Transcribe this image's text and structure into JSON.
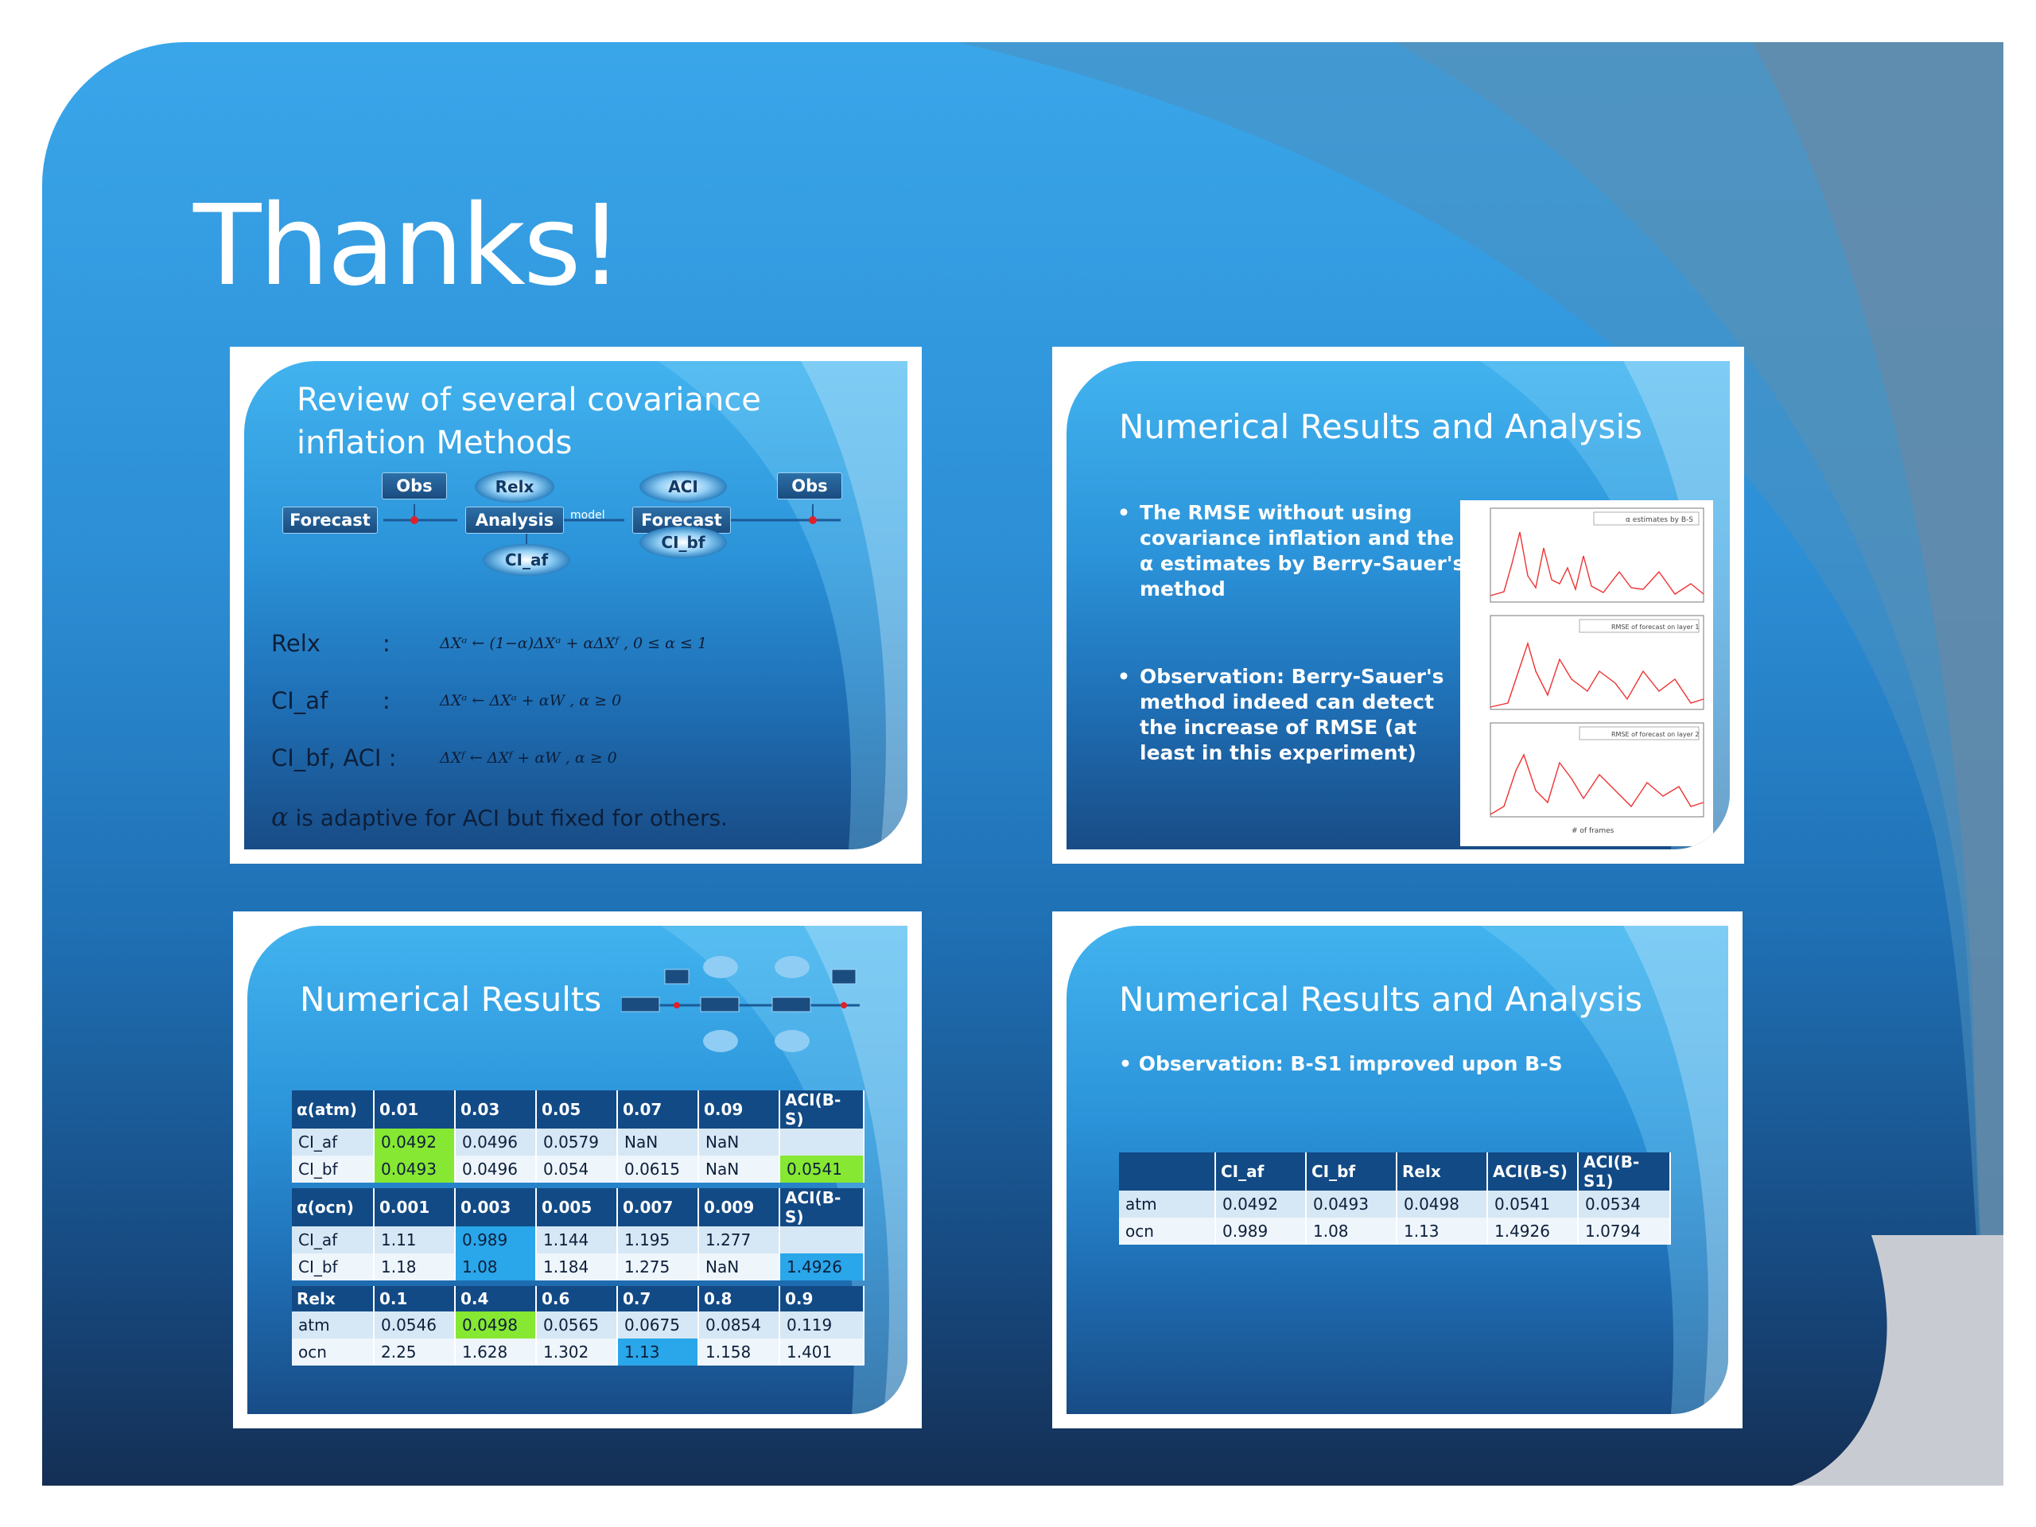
{
  "slide_title": "Thanks!",
  "slide1": {
    "title_line1": "Review of several covariance",
    "title_line2": "inflation Methods",
    "diagram": {
      "forecast1": "Forecast",
      "obs1": "Obs",
      "relx": "Relx",
      "analysis": "Analysis",
      "model": "model",
      "aci": "ACI",
      "forecast2": "Forecast",
      "obs2": "Obs",
      "ci_af": "CI_af",
      "ci_bf": "CI_bf"
    },
    "eq_labels": [
      "Relx",
      "CI_af",
      "CI_bf, ACI :"
    ],
    "colon": ":",
    "equations": [
      "ΔXᵃ ← (1−α)ΔXᵃ + αΔXᶠ , 0 ≤ α ≤ 1",
      "ΔXᵃ ← ΔXᵃ + αW , α ≥ 0",
      "ΔXᶠ ← ΔXᶠ + αW , α ≥ 0"
    ],
    "footnote_alpha": "α",
    "footnote": "is adaptive for ACI but fixed for others."
  },
  "slide2": {
    "title": "Numerical Results and Analysis",
    "bullets": [
      [
        "The RMSE without using",
        "covariance inflation and the",
        "α estimates by Berry-Sauer's",
        "method"
      ],
      [
        "Observation: Berry-Sauer's",
        "method indeed can detect",
        "the increase of RMSE (at",
        "least in this experiment)"
      ]
    ],
    "plots": {
      "legend1": "α estimates by B-S",
      "legend2": "RMSE of forecast on layer 1",
      "legend3": "RMSE of forecast on layer 2",
      "xlabel": "# of frames"
    }
  },
  "slide3": {
    "title": "Numerical Results",
    "tables": [
      {
        "header": [
          "α(atm)",
          "0.01",
          "0.03",
          "0.05",
          "0.07",
          "0.09",
          "ACI(B-S)"
        ],
        "rows": [
          [
            "CI_af",
            "0.0492",
            "0.0496",
            "0.0579",
            "NaN",
            "NaN",
            ""
          ],
          [
            "CI_bf",
            "0.0493",
            "0.0496",
            "0.054",
            "0.0615",
            "NaN",
            "0.0541"
          ]
        ]
      },
      {
        "header": [
          "α(ocn)",
          "0.001",
          "0.003",
          "0.005",
          "0.007",
          "0.009",
          "ACI(B-S)"
        ],
        "rows": [
          [
            "CI_af",
            "1.11",
            "0.989",
            "1.144",
            "1.195",
            "1.277",
            ""
          ],
          [
            "CI_bf",
            "1.18",
            "1.08",
            "1.184",
            "1.275",
            "NaN",
            "1.4926"
          ]
        ]
      },
      {
        "header": [
          "Relx",
          "0.1",
          "0.4",
          "0.6",
          "0.7",
          "0.8",
          "0.9"
        ],
        "rows": [
          [
            "atm",
            "0.0546",
            "0.0498",
            "0.0565",
            "0.0675",
            "0.0854",
            "0.119"
          ],
          [
            "ocn",
            "2.25",
            "1.628",
            "1.302",
            "1.13",
            "1.158",
            "1.401"
          ]
        ]
      }
    ]
  },
  "slide4": {
    "title": "Numerical Results and Analysis",
    "bullet": "Observation: B-S1 improved upon B-S",
    "table": {
      "header": [
        "",
        "CI_af",
        "CI_bf",
        "Relx",
        "ACI(B-S)",
        "ACI(B-S1)"
      ],
      "rows": [
        [
          "atm",
          "0.0492",
          "0.0493",
          "0.0498",
          "0.0541",
          "0.0534"
        ],
        [
          "ocn",
          "0.989",
          "1.08",
          "1.13",
          "1.4926",
          "1.0794"
        ]
      ]
    }
  },
  "colors": {
    "highlight_green": "#86e832",
    "highlight_blue": "#2aa6ea",
    "header_navy": "#124a85"
  }
}
